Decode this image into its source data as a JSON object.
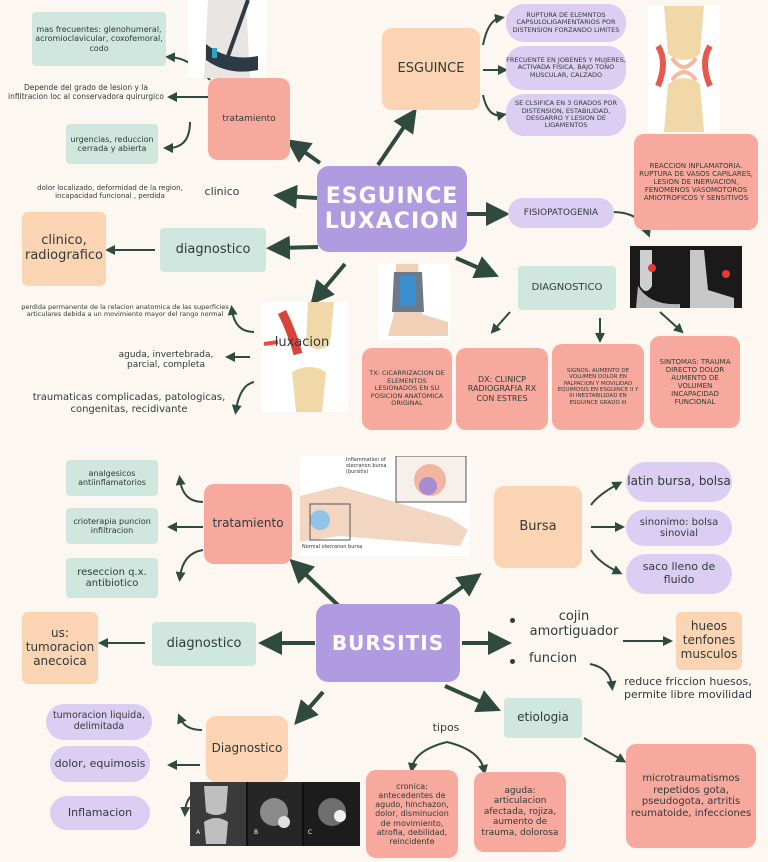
{
  "esguince_luxacion": {
    "center_title": "ESGUINCE LUXACION",
    "esguince_box": "ESGUINCE",
    "esguince_notes": [
      "RUPTURA DE ELEMNTOS CAPSULOLIGAMENTARIOS POR DISTENSION FORZANDO LIMITES",
      "FRECUENTE EN JOBENES Y MUJERES, ACTIVADA FISICA, BAJO TONO MUSCULAR, CALZADO",
      "SE CLSIFICA EN 3 GRADOS POR DISTENSION, ESTABILIDAD, DESGARRO Y LESION DE LIGAMENTOS"
    ],
    "tratamiento_box": "tratamiento",
    "tratamiento_notes": {
      "frecuentes": "mas frecuentes: glenohumeral, acromioclavicular, coxofemoral, codo",
      "depende": "Depende del grado de lesion y la infiltracion loc al conservadora quirurgico",
      "urgencias": "urgencias, reduccion cerrada y abierta"
    },
    "clinico_label": "clinico",
    "clinico_desc": "dolor localizado, deformidad de la region, incapacidad funcional , perdida",
    "diagnostico_box": "diagnostico",
    "clinico_radiografico": "clinico, radiografico",
    "luxacion_label": "luxacion",
    "luxacion_notes": [
      "perdida permanente de la relacion anatomica de las superficies articulares debida a un movimiento mayor del rango normal",
      "aguda, invertebrada, parcial, completa",
      "traumaticas complicadas, patologicas, congenitas, recidivante"
    ],
    "fisiopatogenia_label": "FISIOPATOGENIA",
    "fisiopatogenia_desc": "REACCION INFLAMATORIA. RUPTURA DE VASOS CAPILARES, LESION DE INERVACION, FENOMENOS VASOMOTOROS AMIOTROFICOS Y SENSITIVOS",
    "diagnostico_esg": "DIAGNOSTICO",
    "tx": "TX: CICARRIZACION DE ELEMENTOS LESIONADOS EN SU POSICION ANATOMICA ORIGINAL",
    "dx": "DX: CLINICP RADIOGRAFIA RX CON ESTRES",
    "signos": "SIGNOS: AUMENTO DE VOLUMEN DOLOR EN PALPACION Y MOVILIDAD EQUIMOSIS EN ESGUINCE II Y III INESTABILIDAD EN ESGUINCE GRADO III",
    "sintomas": "SINTOMAS: TRAUMA DIRECTO DOLOR AUMENTO DE VOLUMEN INCAPACIDAD FUNCIONAL"
  },
  "bursitis": {
    "center_title": "BURSITIS",
    "tratamiento_box": "tratamiento",
    "tratamiento_items": [
      "analgesicos antiinflamatorios",
      "crioterapia puncion infiltracion",
      "reseccion q.x. antibiotico"
    ],
    "illustration_labels": {
      "callout": "Inflammation of olecranon bursa (bursitis)",
      "normal": "Normal olecranon bursa"
    },
    "bursa_box": "Bursa",
    "bursa_items": [
      "latin bursa, bolsa",
      "sinonimo: bolsa sinovial",
      "saco lleno de fluido"
    ],
    "diagnostico_box": "diagnostico",
    "us_box": "us: tumoracion anecoica",
    "cojin": "cojin amortiguador",
    "funcion": "funcion",
    "hueso_box": "hueos tenfones musculos",
    "reduce": "reduce friccion huesos, permite libre movilidad",
    "diagnostico2_box": "Diagnostico",
    "diag_items": [
      "tumoracion liquida, delimitada",
      "dolor, equimosis",
      "Inflamacion"
    ],
    "tipos": "tipos",
    "cronica": "cronica: antecedentes de agudo, hinchazon, dolor, disminucion de movimiento, atrofia, debilidad, reincidente",
    "aguda": "aguda: articulacion afectada, rojiza, aumento de trauma, dolorosa",
    "etiologia": "etiologia",
    "micro": "microtraumatismos repetidos gota, pseudogota, artritis reumatoide, infecciones",
    "xray_letters": [
      "A",
      "B",
      "C"
    ]
  },
  "colors": {
    "mint": "#cfe7df",
    "peach": "#fbd4b3",
    "pink": "#f8a99e",
    "lavender": "#dccdf3",
    "purple": "#b09ae0",
    "arrow": "#2f4a3f",
    "background": "#fdf7f1"
  }
}
